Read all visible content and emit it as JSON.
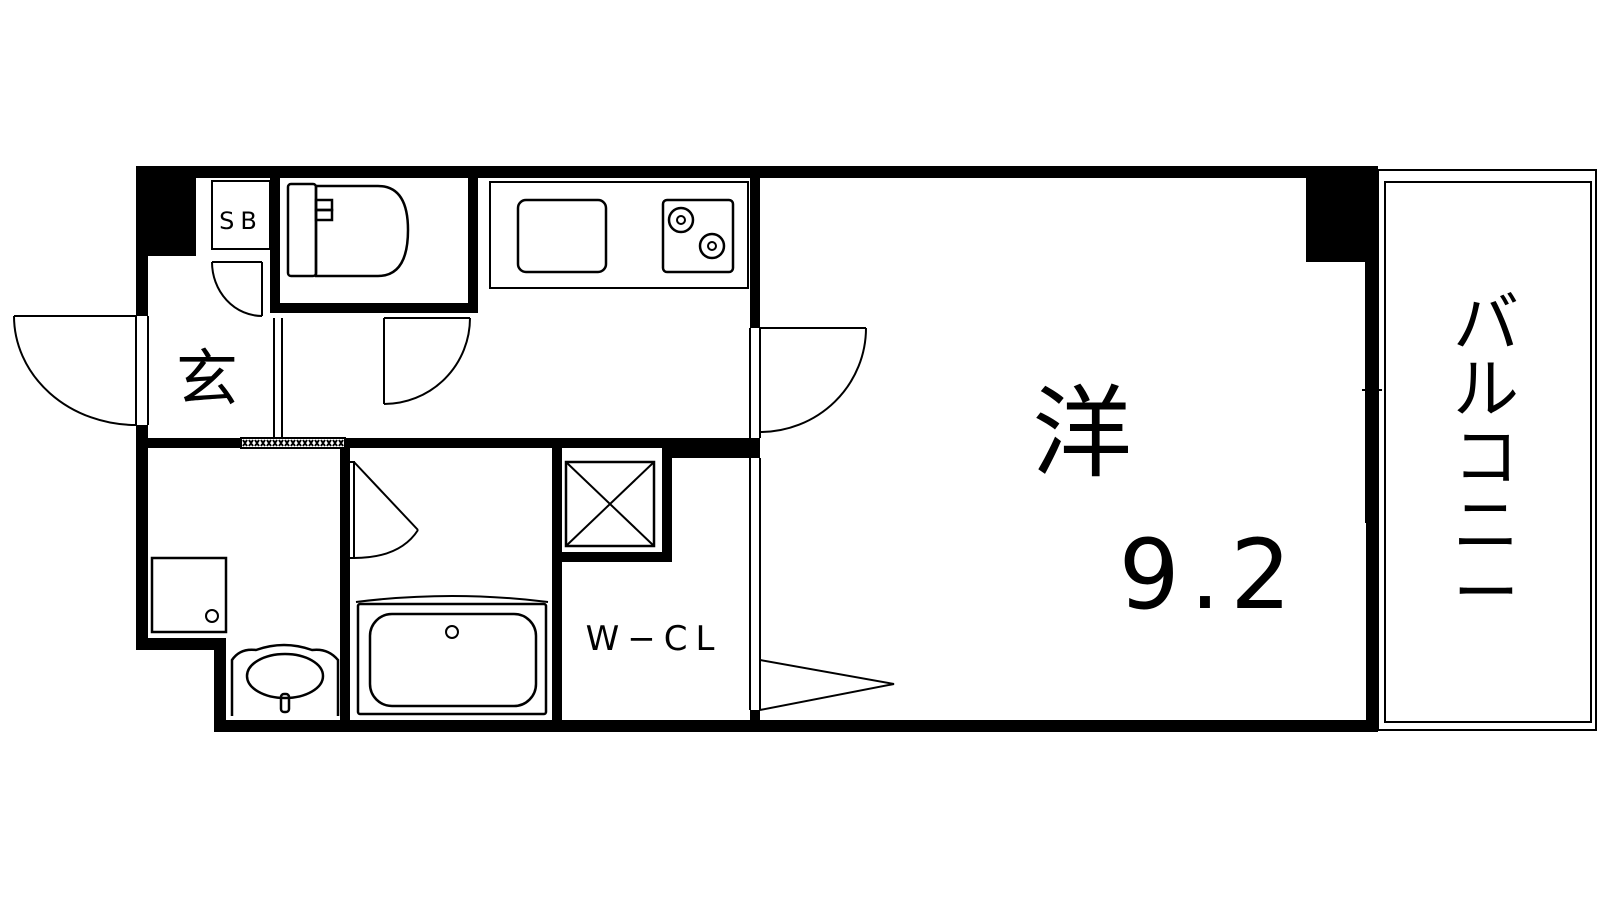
{
  "labels": {
    "shoe_box": "SB",
    "entrance": "玄",
    "western_room": "洋",
    "area": "9.2",
    "walk_in_closet": "W−CL",
    "balcony": [
      "バ",
      "ル",
      "コ",
      "ニ",
      "ー"
    ]
  },
  "colors": {
    "ink": "#000000",
    "background": "#ffffff"
  }
}
